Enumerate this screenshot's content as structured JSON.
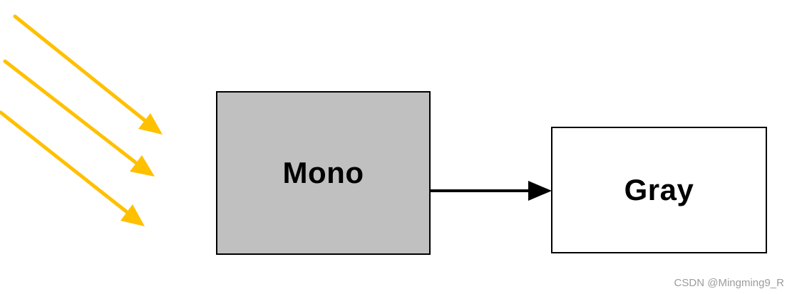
{
  "nodes": {
    "mono": {
      "label": "Mono"
    },
    "gray": {
      "label": "Gray"
    }
  },
  "watermark": {
    "text": "CSDN @Mingming9_R"
  },
  "colors": {
    "ray": "#FFC000",
    "connector": "#000000",
    "mono_fill": "#C0C0C0",
    "gray_fill": "#FFFFFF",
    "box_border": "#000000",
    "watermark": "#9C9C9C"
  }
}
